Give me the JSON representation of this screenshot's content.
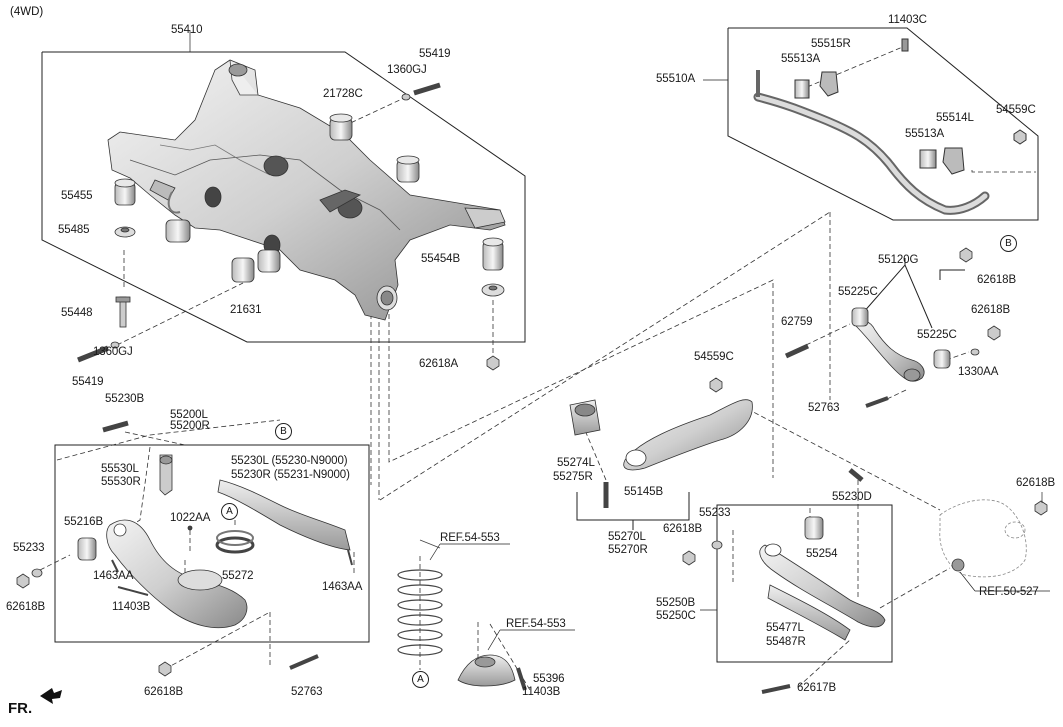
{
  "diagram": {
    "header": "(4WD)",
    "direction_label": "FR.",
    "callouts": {
      "a": "A",
      "b": "B"
    },
    "labels": {
      "p55410": "55410",
      "p55419a": "55419",
      "p1360gj_a": "1360GJ",
      "p21728c": "21728C",
      "p55455": "55455",
      "p55485": "55485",
      "p55454b": "55454B",
      "p21631": "21631",
      "p55448": "55448",
      "p1360gj_b": "1360GJ",
      "p55419b": "55419",
      "p62618a": "62618A",
      "p11403c": "11403C",
      "p55515r": "55515R",
      "p55513a_a": "55513A",
      "p55510a": "55510A",
      "p54559c_a": "54559C",
      "p55514l": "55514L",
      "p55513a_b": "55513A",
      "p55120g": "55120G",
      "p62618b_a": "62618B",
      "p55225c_a": "55225C",
      "p62618b_b": "62618B",
      "p62759": "62759",
      "p55225c_b": "55225C",
      "p1330aa": "1330AA",
      "p52763_a": "52763",
      "p54559c_b": "54559C",
      "p55230b": "55230B",
      "p55200l": "55200L",
      "p55200r": "55200R",
      "p55230l": "55230L (55230-N9000)",
      "p55230r": "55230R (55231-N9000)",
      "p55530l": "55530L",
      "p55530r": "55530R",
      "p1022aa": "1022AA",
      "p55216b": "55216B",
      "p55233_a": "55233",
      "p1463aa_a": "1463AA",
      "p55272": "55272",
      "p11403b_a": "11403B",
      "p1463aa_b": "1463AA",
      "p62618b_c": "62618B",
      "p62618b_d": "62618B",
      "p52763_b": "52763",
      "p55274l": "55274L",
      "p55275r": "55275R",
      "p55145b": "55145B",
      "p55270l": "55270L",
      "p55270r": "55270R",
      "p55233_b": "55233",
      "p62618b_e": "62618B",
      "p55230d": "55230D",
      "p55254": "55254",
      "p62618b_f": "62618B",
      "p55250b": "55250B",
      "p55250c": "55250C",
      "p55477l": "55477L",
      "p55487r": "55487R",
      "p62617b": "62617B",
      "ref_50_527": "REF.50-527",
      "ref_54_553_a": "REF.54-553",
      "ref_54_553_b": "REF.54-553",
      "p55396": "55396",
      "p11403b_b": "11403B"
    }
  }
}
